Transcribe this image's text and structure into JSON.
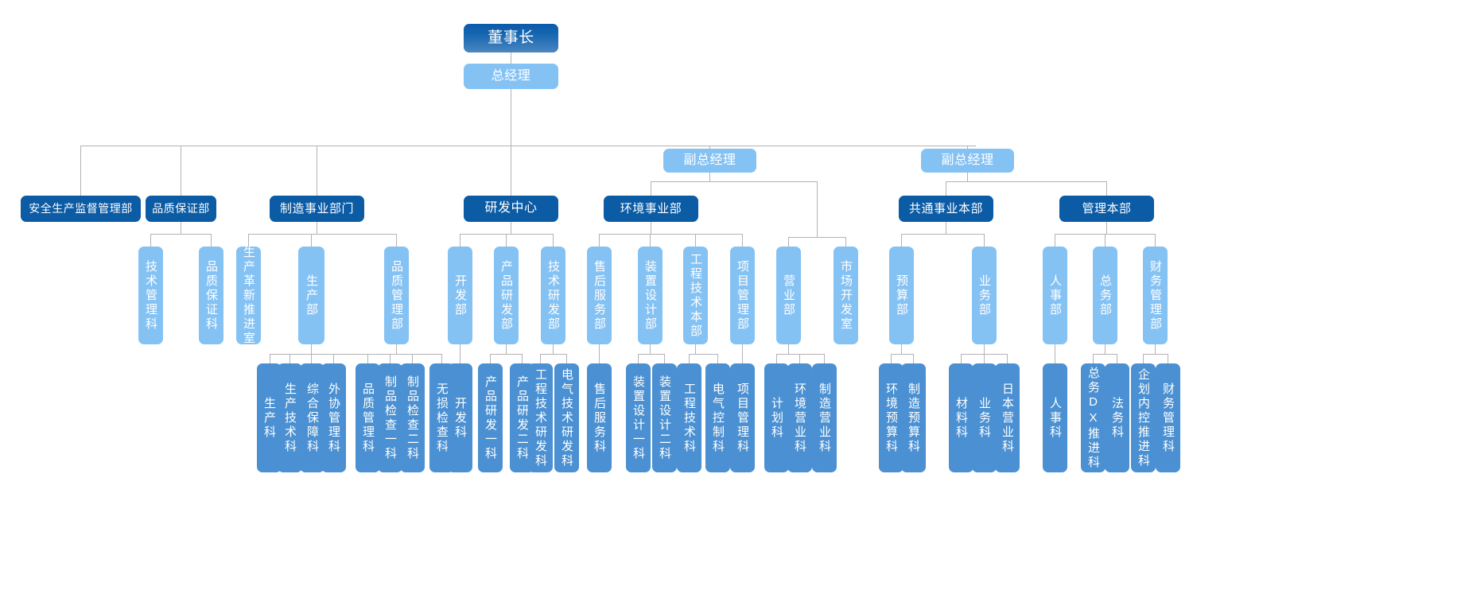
{
  "meta": {
    "title": "组织架构图",
    "colors": {
      "chairman_top": "#0a5aa8",
      "chairman_bottom": "#4b86c0",
      "manager": "#85c2f4",
      "department": "#0b5ba5",
      "subunit": "#85c2f4",
      "unit": "#4a90d2",
      "connector": "#b3b3b3",
      "background": "#ffffff",
      "text": "#ffffff"
    }
  },
  "nodes": {
    "chairman": "董事长",
    "general_manager": "总经理",
    "deputy_gm_1": "副总经理",
    "deputy_gm_2": "副总经理",
    "dept_safety": "安全生产监督管理部",
    "dept_quality_assurance": "品质保证部",
    "dept_manufacturing": "制造事业部门",
    "dept_rnd_center": "研发中心",
    "dept_environment": "环境事业部",
    "dept_common_business": "共通事业本部",
    "dept_management": "管理本部",
    "sub_tech_mgmt": "技术管理科",
    "sub_quality_assurance": "品质保证科",
    "sub_prod_innovation": "生产革新推进室",
    "sub_production": "生产部",
    "sub_quality_mgmt": "品质管理部",
    "sub_development": "开发部",
    "sub_product_rnd": "产品研发部",
    "sub_tech_rnd": "技术研发部",
    "sub_after_sales": "售后服务部",
    "sub_device_design": "装置设计部",
    "sub_eng_tech": "工程技术本部",
    "sub_project_mgmt": "项目管理部",
    "sub_sales": "营业部",
    "sub_market_dev": "市场开发室",
    "sub_budget": "预算部",
    "sub_business": "业务部",
    "sub_hr": "人事部",
    "sub_general_affairs": "总务部",
    "sub_finance_mgmt": "财务管理部",
    "unit_production": "生产科",
    "unit_prod_tech": "生产技术科",
    "unit_comprehensive": "综合保障科",
    "unit_outsourcing": "外协管理科",
    "unit_quality_mgmt": "品质管理科",
    "unit_inspect_1": "制品检查一科",
    "unit_inspect_2": "制品检查二科",
    "unit_ndt": "无损检查科",
    "unit_development": "开发科",
    "unit_product_rnd_1": "产品研发一科",
    "unit_product_rnd_2": "产品研发二科",
    "unit_eng_tech_rnd": "工程技术研发科",
    "unit_elec_tech_rnd": "电气技术研发科",
    "unit_after_sales": "售后服务科",
    "unit_device_design_1": "装置设计一科",
    "unit_device_design_2": "装置设计二科",
    "unit_eng_tech": "工程技术科",
    "unit_elec_control": "电气控制科",
    "unit_project_mgmt": "项目管理科",
    "unit_planning": "计划科",
    "unit_env_sales": "环境营业科",
    "unit_mfg_sales": "制造营业科",
    "unit_env_budget": "环境预算科",
    "unit_mfg_budget": "制造预算科",
    "unit_materials": "材料科",
    "unit_business": "业务科",
    "unit_japan_sales": "日本营业科",
    "unit_hr": "人事科",
    "unit_ga_dx": "总务DX推进科",
    "unit_legal": "法务科",
    "unit_planning_control": "企划内控推进科",
    "unit_finance_mgmt": "财务管理科"
  }
}
